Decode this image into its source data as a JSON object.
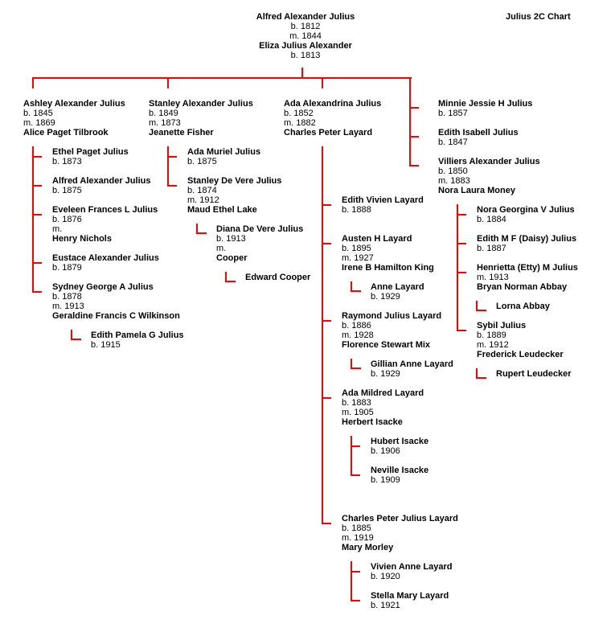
{
  "title": "Julius 2C Chart",
  "line_color": "#ff0000",
  "people": {
    "root": {
      "name": "Alfred Alexander Julius",
      "born": "b. 1812",
      "married": "m. 1844",
      "spouse": "Eliza Julius Alexander",
      "spouse_born": "b. 1813"
    },
    "ashley": {
      "name": "Ashley Alexander Julius",
      "born": "b. 1845",
      "married": "m. 1869",
      "spouse": "Alice Paget Tilbrook"
    },
    "stanley": {
      "name": "Stanley Alexander Julius",
      "born": "b. 1849",
      "married": "m. 1873",
      "spouse": "Jeanette Fisher"
    },
    "ada": {
      "name": "Ada Alexandrina Julius",
      "born": "b. 1852",
      "married": "m. 1882",
      "spouse": "Charles Peter Layard"
    },
    "minnie": {
      "name": "Minnie Jessie H Julius",
      "born": "b. 1857"
    },
    "edith_isabell": {
      "name": "Edith Isabell Julius",
      "born": "b. 1847"
    },
    "villiers": {
      "name": "Villiers Alexander Julius",
      "born": "b. 1850",
      "married": "m. 1883",
      "spouse": "Nora Laura Money"
    },
    "ethel": {
      "name": "Ethel Paget Julius",
      "born": "b. 1873"
    },
    "alfred2": {
      "name": "Alfred Alexander Julius",
      "born": "b. 1875"
    },
    "eveleen": {
      "name": "Eveleen Frances L Julius",
      "born": "b. 1876",
      "married": "m.",
      "spouse": "Henry Nichols"
    },
    "eustace": {
      "name": "Eustace Alexander Julius",
      "born": "b. 1879"
    },
    "sydney": {
      "name": "Sydney George A Julius",
      "born": "b. 1878",
      "married": "m. 1913",
      "spouse": "Geraldine Francis C Wilkinson"
    },
    "edith_pamela": {
      "name": "Edith Pamela G Julius",
      "born": "b. 1915"
    },
    "ada_muriel": {
      "name": "Ada Muriel Julius",
      "born": "b. 1875"
    },
    "stanley_dv": {
      "name": "Stanley De Vere Julius",
      "born": "b. 1874",
      "married": "m. 1912",
      "spouse": "Maud Ethel Lake"
    },
    "diana": {
      "name": "Diana De Vere Julius",
      "born": "b. 1913",
      "married": "m.",
      "spouse": "Cooper"
    },
    "edward": {
      "name": "Edward Cooper"
    },
    "edith_vivien": {
      "name": "Edith Vivien Layard",
      "born": "b. 1888"
    },
    "austen": {
      "name": "Austen H Layard",
      "born": "b. 1895",
      "married": "m. 1927",
      "spouse": "Irene B Hamilton King"
    },
    "anne": {
      "name": "Anne Layard",
      "born": "b. 1929"
    },
    "raymond": {
      "name": "Raymond Julius Layard",
      "born": "b. 1886",
      "married": "m. 1928",
      "spouse": "Florence Stewart Mix"
    },
    "gillian": {
      "name": "Gillian Anne Layard",
      "born": "b. 1929"
    },
    "ada_mildred": {
      "name": "Ada Mildred Layard",
      "born": "b. 1883",
      "married": "m. 1905",
      "spouse": "Herbert Isacke"
    },
    "hubert": {
      "name": "Hubert Isacke",
      "born": "b. 1906"
    },
    "neville": {
      "name": "Neville Isacke",
      "born": "b. 1909"
    },
    "charles_pj": {
      "name": "Charles Peter Julius Layard",
      "born": "b. 1885",
      "married": "m. 1919",
      "spouse": "Mary Morley"
    },
    "vivien_anne": {
      "name": "Vivien Anne Layard",
      "born": "b. 1920"
    },
    "stella": {
      "name": "Stella Mary Layard",
      "born": "b. 1921"
    },
    "nora_g": {
      "name": "Nora Georgina V Julius",
      "born": "b. 1884"
    },
    "edith_mf": {
      "name": "Edith M F (Daisy) Julius",
      "born": "b. 1887"
    },
    "henrietta": {
      "name": "Henrietta (Etty) M Julius",
      "married": "m. 1913",
      "spouse": "Bryan Norman Abbay"
    },
    "lorna": {
      "name": "Lorna Abbay"
    },
    "sybil": {
      "name": "Sybil Julius",
      "born": "b. 1889",
      "married": "m. 1912",
      "spouse": "Frederick Leudecker"
    },
    "rupert": {
      "name": "Rupert Leudecker"
    }
  }
}
